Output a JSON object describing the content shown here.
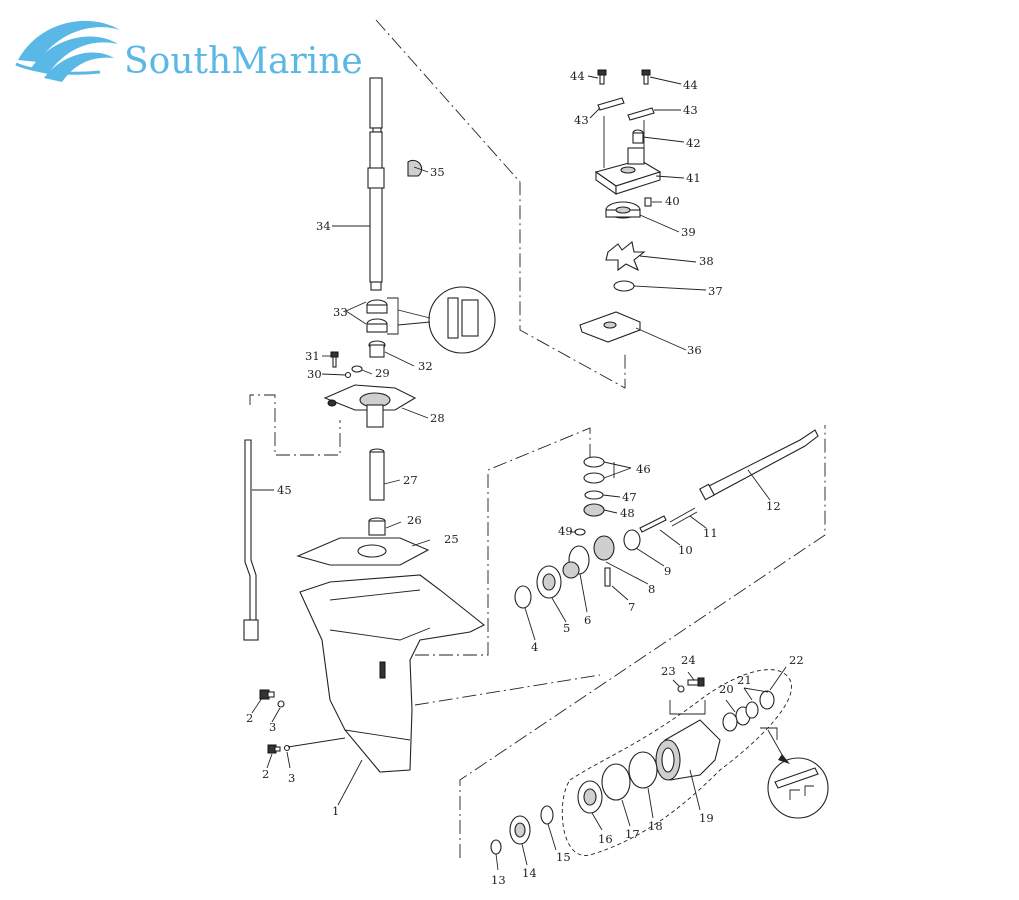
{
  "brand": {
    "name": "SouthMarine",
    "color": "#5ab8e6"
  },
  "labels": {
    "p1": "1",
    "p2a": "2",
    "p3a": "3",
    "p2b": "2",
    "p3b": "3",
    "p4": "4",
    "p5": "5",
    "p6": "6",
    "p7": "7",
    "p8": "8",
    "p9": "9",
    "p10": "10",
    "p11": "11",
    "p12": "12",
    "p13": "13",
    "p14": "14",
    "p15": "15",
    "p16": "16",
    "p17": "17",
    "p18": "18",
    "p19": "19",
    "p20": "20",
    "p21": "21",
    "p22": "22",
    "p23": "23",
    "p24": "24",
    "p25": "25",
    "p26": "26",
    "p27": "27",
    "p28": "28",
    "p29": "29",
    "p30": "30",
    "p31": "31",
    "p32": "32",
    "p33": "33",
    "p34": "34",
    "p35": "35",
    "p36": "36",
    "p37": "37",
    "p38": "38",
    "p39": "39",
    "p40": "40",
    "p41": "41",
    "p42": "42",
    "p43a": "43",
    "p43b": "43",
    "p44a": "44",
    "p44b": "44",
    "p45": "45",
    "p46": "46",
    "p47": "47",
    "p48": "48",
    "p49": "49"
  }
}
